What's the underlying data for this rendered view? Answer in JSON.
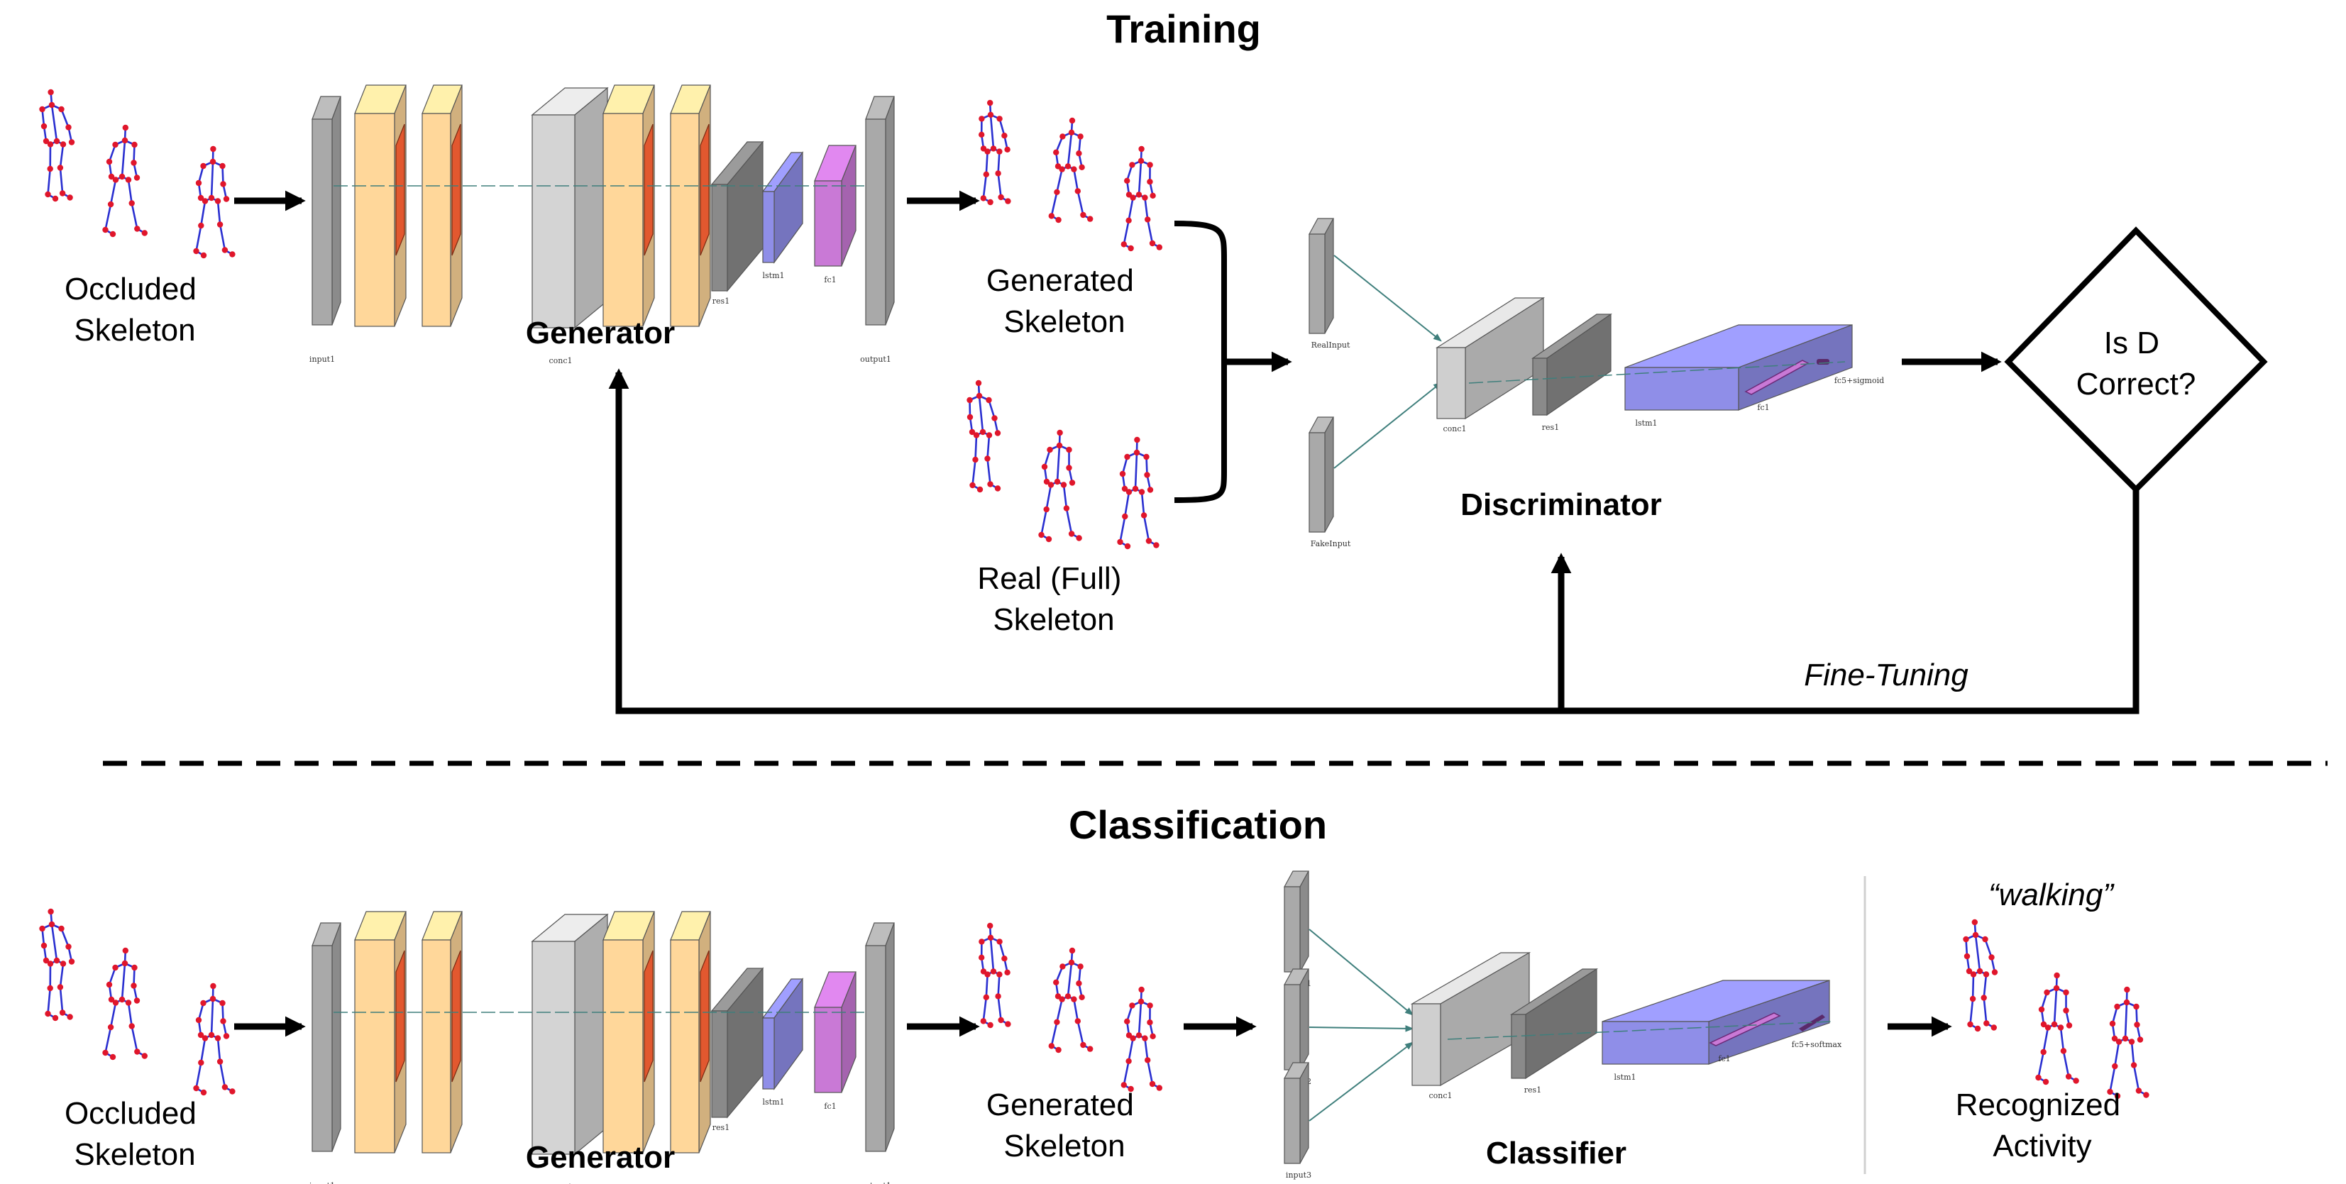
{
  "titles": {
    "training": "Training",
    "classification": "Classification"
  },
  "training": {
    "input_label": [
      "Occluded",
      "Skeleton"
    ],
    "generator_label": "Generator",
    "generated_label": [
      "Generated",
      "Skeleton"
    ],
    "real_label": [
      "Real (Full)",
      "Skeleton"
    ],
    "discriminator_label": "Discriminator",
    "decision_label": [
      "Is D",
      "Correct?"
    ],
    "feedback_label": "Fine-Tuning"
  },
  "classification": {
    "input_label": [
      "Occluded",
      "Skeleton"
    ],
    "generator_label": "Generator",
    "generated_label": [
      "Generated",
      "Skeleton"
    ],
    "classifier_label": "Classifier",
    "output_quote": "“walking”",
    "output_label": [
      "Recognized",
      "Activity"
    ]
  },
  "generator_layers": [
    "input1",
    "conc1",
    "res1",
    "lstm1",
    "fc1",
    "output1"
  ],
  "discriminator_layers": [
    "RealInput",
    "FakeInput",
    "conc1",
    "res1",
    "lstm1",
    "fc1",
    "fc5+sigmoid"
  ],
  "classifier_layers": [
    "input1",
    "input2",
    "input3",
    "conc1",
    "res1",
    "lstm1",
    "fc1",
    "fc5+softmax"
  ],
  "colors": {
    "skeleton_bone": "#2a2fd0",
    "skeleton_joint": "#e0162b",
    "layer_gray": "#a9a9a9",
    "layer_orange": "#ffd79a",
    "layer_red": "#e2582f",
    "layer_blue": "#8f8ee8",
    "layer_purple": "#c979d6",
    "arrow": "#000000"
  }
}
